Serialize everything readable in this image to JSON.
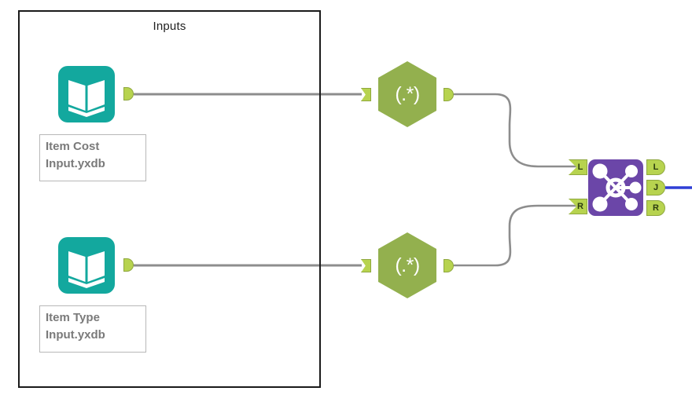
{
  "app": {
    "name": "Alteryx Designer Workflow Canvas"
  },
  "canvas": {
    "background_color": "#ffffff"
  },
  "container": {
    "title": "Inputs",
    "border_color": "#1a1a1a"
  },
  "colors": {
    "input_tool_teal": "#13A89E",
    "regex_tool_green": "#93B04E",
    "join_tool_purple": "#6B46A8",
    "anchor_green": "#B7D34F",
    "wire_gray": "#8d8d8d",
    "wire_selected_blue": "#2f3fd6",
    "label_text_gray": "#7a7a7a"
  },
  "nodes": {
    "input_item_cost": {
      "tool_type": "Input Data",
      "icon": "open-book-icon",
      "label": "Item Cost\nInput.yxdb",
      "output_anchor": ""
    },
    "input_item_type": {
      "tool_type": "Input Data",
      "icon": "open-book-icon",
      "label": "Item Type\nInput.yxdb",
      "output_anchor": ""
    },
    "regex_top": {
      "tool_type": "RegEx",
      "glyph": "(.*)",
      "input_anchor": "",
      "output_anchor": ""
    },
    "regex_bottom": {
      "tool_type": "RegEx",
      "glyph": "(.*)",
      "input_anchor": "",
      "output_anchor": ""
    },
    "join": {
      "tool_type": "Join",
      "icon": "join-network-icon",
      "input_anchors": [
        "L",
        "R"
      ],
      "output_anchors": [
        "L",
        "J",
        "R"
      ]
    }
  },
  "connections": [
    {
      "name": "item-cost-to-regex-top",
      "from": "input_item_cost.output",
      "to": "regex_top.input",
      "color": "#8d8d8d",
      "selected": false
    },
    {
      "name": "item-type-to-regex-bottom",
      "from": "input_item_type.output",
      "to": "regex_bottom.input",
      "color": "#8d8d8d",
      "selected": false
    },
    {
      "name": "regex-top-to-join-left",
      "from": "regex_top.output",
      "to": "join.L",
      "color": "#8d8d8d",
      "selected": false
    },
    {
      "name": "regex-bottom-to-join-right",
      "from": "regex_bottom.output",
      "to": "join.R",
      "color": "#8d8d8d",
      "selected": false
    },
    {
      "name": "join-j-output-wire",
      "from": "join.J",
      "to": "offscreen",
      "color": "#2f3fd6",
      "selected": true
    }
  ]
}
